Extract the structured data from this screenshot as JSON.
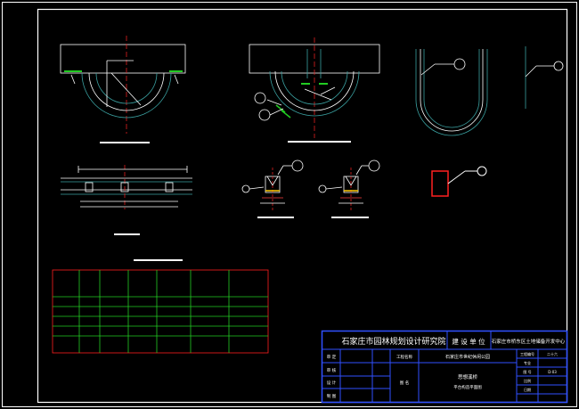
{
  "title_block": {
    "institute": "石家庄市园林规划设计研究院",
    "build_unit_label": "建 设 单 位",
    "build_unit": "石家庄市桥东区土地储备开发中心",
    "project_name_label": "工程名称",
    "project_name": "石家庄市世纪休闲公园",
    "drawing_no_label": "工程编号",
    "drawing_no": "二十六",
    "drawing_title": "思想溪桥",
    "drawing_subtitle": "平台构造平面图",
    "figure_label": "图 名",
    "sheet_label": "图 号",
    "sheet_no": "D-03",
    "roles": [
      "审 定",
      "审 核",
      "设 计",
      "制 图"
    ],
    "right_labels": [
      "专业",
      "比例",
      "日期"
    ]
  }
}
